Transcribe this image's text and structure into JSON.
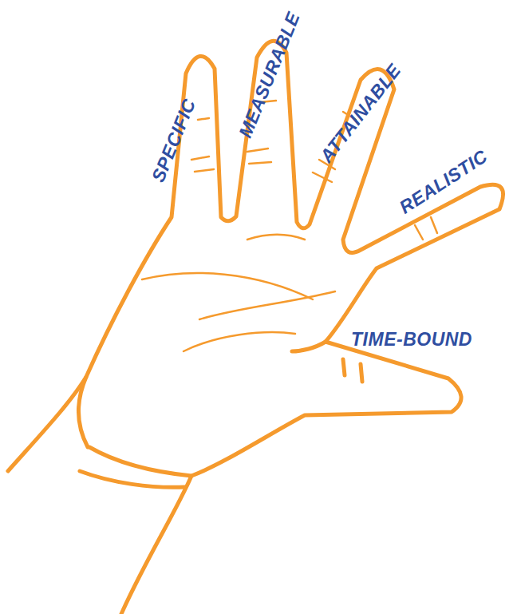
{
  "diagram": {
    "labels": [
      "SPECIFIC",
      "MEASURABLE",
      "ATTAINABLE",
      "REALISTIC",
      "TIME-BOUND"
    ]
  }
}
